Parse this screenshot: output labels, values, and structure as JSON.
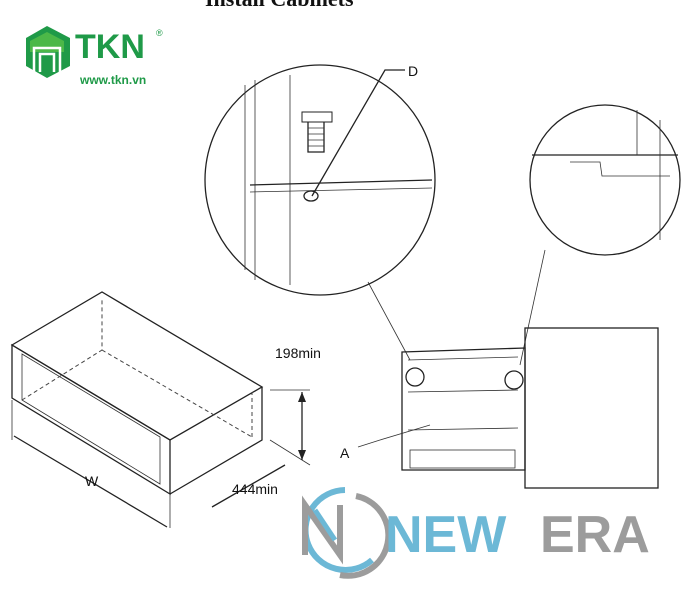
{
  "header": {
    "title": "Install Cabinets"
  },
  "logos": {
    "tkn": {
      "name": "TKN",
      "url": "www.tkn.vn",
      "registered": "®",
      "color": "#1f9a48"
    },
    "newera": {
      "part1": "NEW",
      "part2": "ERA",
      "color1": "#6cb8d6",
      "color2": "#9c9c9c"
    }
  },
  "diagram": {
    "label_height": "198min",
    "label_depth": "444min",
    "label_width": "W",
    "callout_a": "A",
    "callout_d": "D"
  }
}
